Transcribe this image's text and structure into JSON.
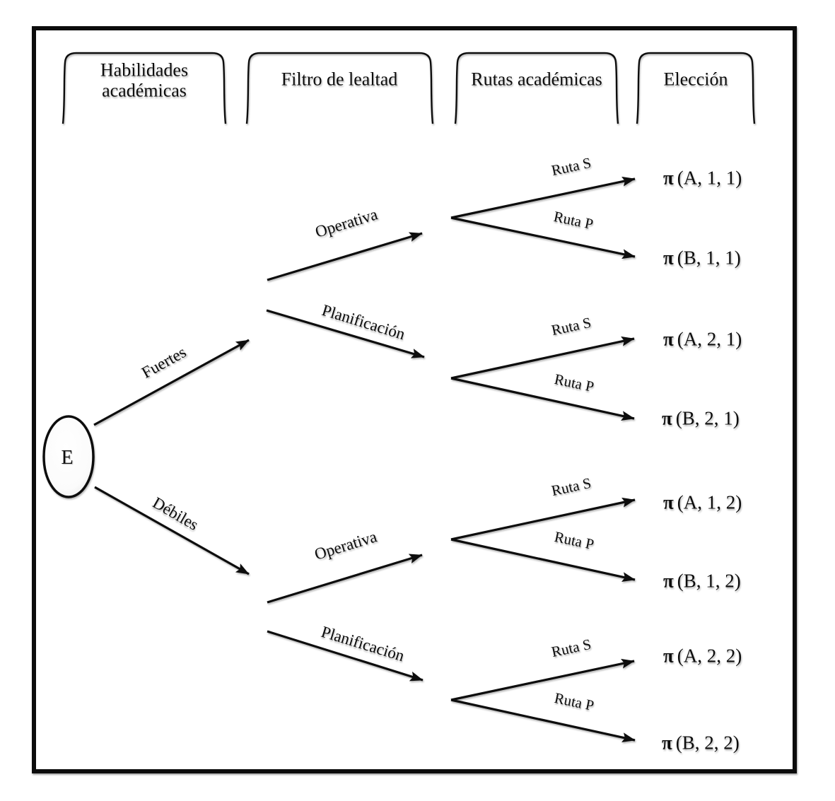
{
  "colors": {
    "ink": "#0d0d0d",
    "background": "#ffffff"
  },
  "columns": [
    {
      "lines": [
        "Habilidades",
        "académicas"
      ]
    },
    {
      "lines": [
        "Filtro de lealtad"
      ]
    },
    {
      "lines": [
        "Rutas académicas"
      ]
    },
    {
      "lines": [
        "Elección"
      ]
    }
  ],
  "root": {
    "label": "E"
  },
  "branches": {
    "level1": [
      {
        "label": "Fuertes"
      },
      {
        "label": "Débiles"
      }
    ],
    "level2": [
      {
        "label": "Operativa"
      },
      {
        "label": "Planificación"
      },
      {
        "label": "Operativa"
      },
      {
        "label": "Planificación"
      }
    ],
    "routes": [
      {
        "label": "Ruta S"
      },
      {
        "label": "Ruta P"
      },
      {
        "label": "Ruta S"
      },
      {
        "label": "Ruta P"
      },
      {
        "label": "Ruta S"
      },
      {
        "label": "Ruta P"
      },
      {
        "label": "Ruta S"
      },
      {
        "label": "Ruta P"
      }
    ]
  },
  "outcomes": [
    {
      "pi": "π",
      "args": "(A, 1, 1)"
    },
    {
      "pi": "π",
      "args": "(B, 1, 1)"
    },
    {
      "pi": "π",
      "args": "(A, 2, 1)"
    },
    {
      "pi": "π",
      "args": "(B, 2, 1)"
    },
    {
      "pi": "π",
      "args": "(A, 1, 2)"
    },
    {
      "pi": "π",
      "args": "(B, 1, 2)"
    },
    {
      "pi": "π",
      "args": "(A, 2, 2)"
    },
    {
      "pi": "π",
      "args": "(B, 2, 2)"
    }
  ]
}
